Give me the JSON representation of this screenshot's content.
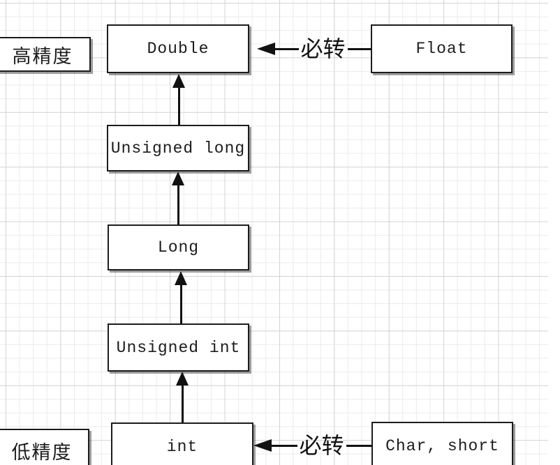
{
  "diagram": {
    "boxes": {
      "high_precision": "高精度",
      "double": "Double",
      "float": "Float",
      "unsigned_long": "Unsigned long",
      "long": "Long",
      "unsigned_int": "Unsigned int",
      "int": "int",
      "low_precision": "低精度",
      "char_short": "Char, short"
    },
    "edge_labels": {
      "float_to_double": "必转",
      "char_short_to_int": "必转"
    },
    "colors": {
      "node_border": "#1c1c1c",
      "node_fill": "#ffffff",
      "arrow": "#111111",
      "grid_minor": "#ebebeb",
      "grid_major": "#d5d5d5",
      "background": "#ffffff"
    }
  }
}
